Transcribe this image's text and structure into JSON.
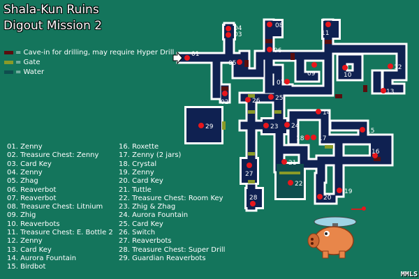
{
  "title": "Shala-Kun Ruins",
  "subtitle": "Digout Mission 2",
  "legend": [
    {
      "label": "= Cave-in for drilling, may require Hyper Drill",
      "color": "#5a0e0e"
    },
    {
      "label": "= Gate",
      "color": "#8a9a28"
    },
    {
      "label": "= Water",
      "color": "#0f4e4e"
    }
  ],
  "key": [
    "01. Zenny",
    "02. Treasure Chest: Zenny",
    "03. Card Key",
    "04. Zenny",
    "05. Zhag",
    "06. Reaverbot",
    "07. Reaverbot",
    "08. Treasure Chest: Litnium",
    "09. Zhig",
    "10. Reaverbots",
    "11. Treasure Chest: E. Bottle 2",
    "12. Zenny",
    "13. Card Key",
    "14. Aurora Fountain",
    "15. Birdbot",
    "16. Roxette",
    "17. Zenny (2 jars)",
    "18. Crystal",
    "19. Zenny",
    "20. Card Key",
    "21. Tuttle",
    "22. Treasure Chest: Room Key",
    "23. Zhig & Zhag",
    "24. Aurora Fountain",
    "25. Card Key",
    "26. Switch",
    "27. Reaverbots",
    "28. Treasure Chest: Super Drill",
    "29. Guardian Reaverbots"
  ],
  "map_labels": [
    "01",
    "02",
    "03",
    "04",
    "05",
    "06",
    "07",
    "08",
    "09",
    "10",
    "11",
    "12",
    "13",
    "14",
    "15",
    "16",
    "17",
    "18",
    "19",
    "20",
    "21",
    "22",
    "23",
    "24",
    "25",
    "26",
    "27",
    "28",
    "29"
  ],
  "colors": {
    "background": "#14755c",
    "room": "#0f2151",
    "wall": "#ffffff",
    "marker": "#e8161c",
    "cave_in": "#5a0e0e",
    "gate": "#8a9a28",
    "water": "#0f4e4e"
  },
  "icons": [
    "start-arrow-icon",
    "servbot-flyer-icon"
  ],
  "watermark": "MMLS"
}
